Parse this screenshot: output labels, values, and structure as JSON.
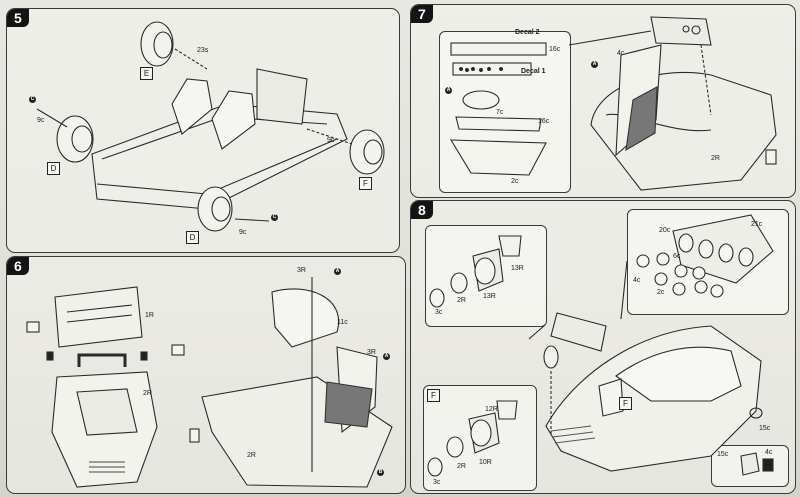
{
  "steps": {
    "s5": {
      "number": "5",
      "labels": {
        "p23": "23s",
        "p9a": "9c",
        "p9b": "9c",
        "p9c": "9c"
      },
      "boxes": {
        "E": "E",
        "D1": "D",
        "D2": "D",
        "F": "F"
      },
      "markers": {
        "m1": "C",
        "m2": "C"
      }
    },
    "s6": {
      "number": "6",
      "labels": {
        "p1": "1R",
        "p2": "2R",
        "p3": "3R",
        "p11": "11c",
        "p2b": "2R",
        "pm": "3R"
      },
      "markers": {
        "m1": "A",
        "m2": "A",
        "m3": "B"
      }
    },
    "s7": {
      "number": "7",
      "decal2": "Decal 2",
      "decal1": "Decal 1",
      "labels": {
        "p16a": "16c",
        "p7": "7c",
        "p16b": "16c",
        "p2": "2c",
        "p4": "4c",
        "p2r": "2R"
      },
      "markers": {
        "mA1": "A",
        "mA2": "A"
      }
    },
    "s8": {
      "number": "8",
      "labels": {
        "t13a": "13R",
        "t13b": "13R",
        "t2a": "2R",
        "t3a": "3c",
        "t20": "20c",
        "t21": "21c",
        "t4": "4c",
        "t2b": "2c",
        "t6": "6c",
        "t12": "12R",
        "t10": "10R",
        "t2c": "2R",
        "t3b": "3c",
        "t15": "15c",
        "t4b": "4c",
        "t15b": "15c"
      },
      "boxes": {
        "F1": "F",
        "F2": "F"
      }
    }
  }
}
